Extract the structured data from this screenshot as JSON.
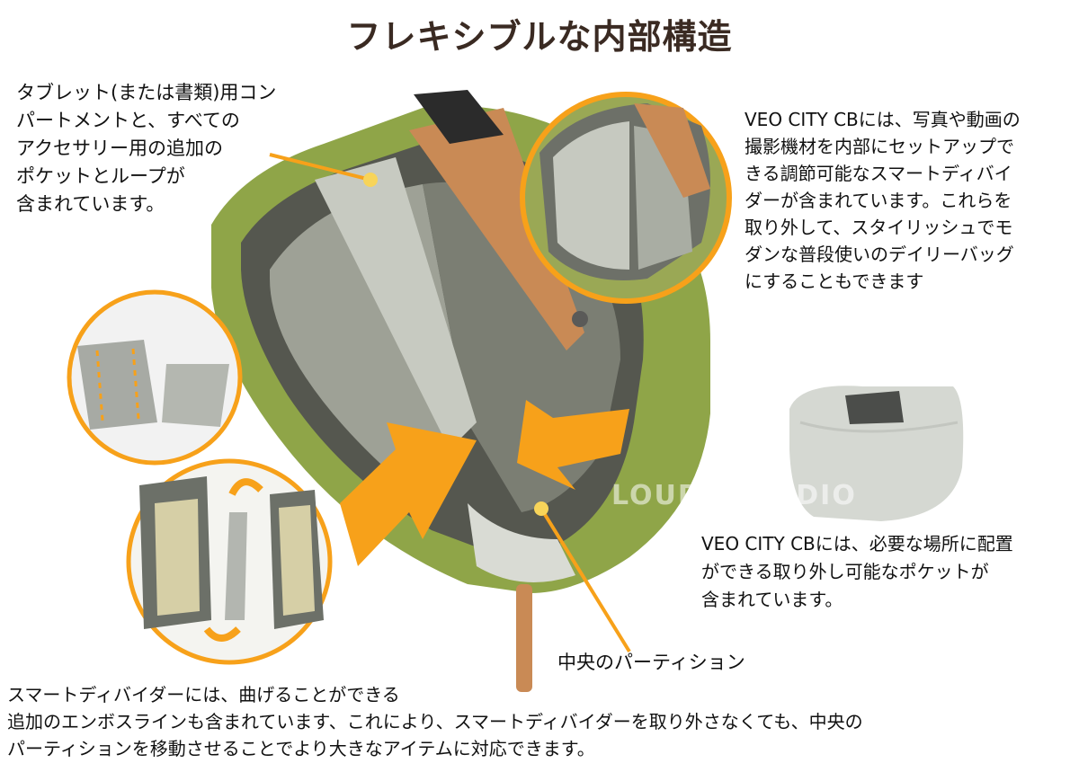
{
  "title": "フレキシブルな内部構造",
  "captions": {
    "top_left": [
      "タブレット(または書類)用コン",
      "パートメントと、すべての",
      "アクセサリー用の追加の",
      "ポケットとループが",
      "含まれています。"
    ],
    "top_right": [
      "VEO CITY CBには、写真や動画の",
      "撮影機材を内部にセットアップで",
      "きる調節可能なスマートディバイ",
      "ダーが含まれています。これらを",
      "取り外して、スタイリッシュでモ",
      "ダンな普段使いのデイリーバッグ",
      "にすることもできます"
    ],
    "middle_right": [
      "VEO CITY CBには、必要な場所に配置",
      "ができる取り外し可能なポケットが",
      "含まれています。"
    ],
    "center_label": "中央のパーティション",
    "bottom": [
      "スマートディバイダーには、曲げることができる",
      "追加のエンボスラインも含まれています、これにより、スマートディバイダーを取り外さなくても、中央の",
      "パーティションを移動させることでより大きなアイテムに対応できます。"
    ]
  },
  "watermark": "LOUPE STUDIO",
  "colors": {
    "accent_orange": "#f7a11a",
    "bag_green": "#8fa548",
    "bag_green_dark": "#6f8535",
    "lining_gray": "#b9bcb4",
    "leather": "#c98a55",
    "title": "#3a2a22"
  }
}
